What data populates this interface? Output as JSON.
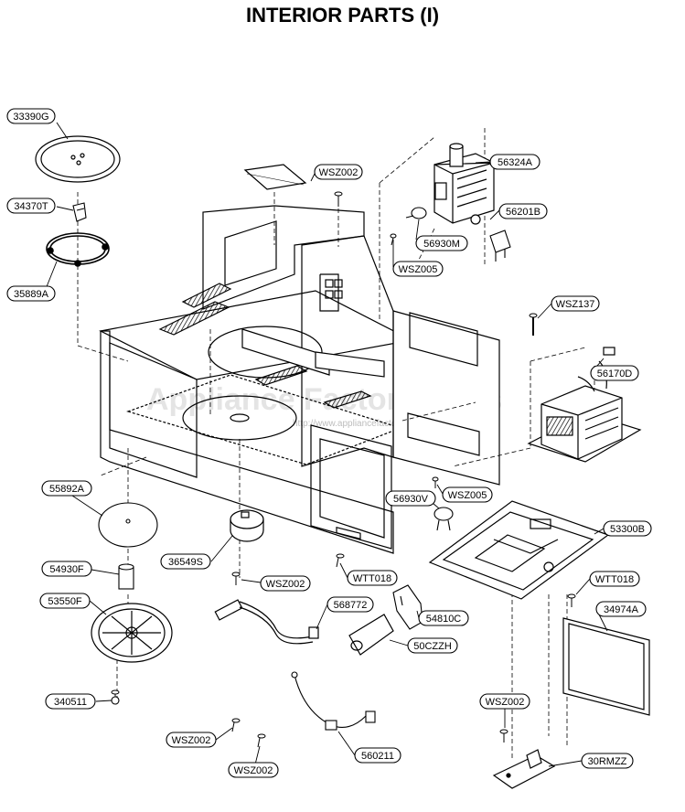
{
  "title": "INTERIOR PARTS (I)",
  "watermark": {
    "text": "Appliance Factory Parts",
    "url": "http://www.appliancefactoryparts.com"
  },
  "part_labels": [
    {
      "id": "33390G"
    },
    {
      "id": "34370T"
    },
    {
      "id": "35889A"
    },
    {
      "id": "WSZ002"
    },
    {
      "id": "56324A"
    },
    {
      "id": "56201B"
    },
    {
      "id": "56930M"
    },
    {
      "id": "WSZ005"
    },
    {
      "id": "WSZ137"
    },
    {
      "id": "56170D"
    },
    {
      "id": "55892A"
    },
    {
      "id": "56930V"
    },
    {
      "id": "WSZ005"
    },
    {
      "id": "53300B"
    },
    {
      "id": "36549S"
    },
    {
      "id": "54930F"
    },
    {
      "id": "WTT018"
    },
    {
      "id": "WSZ002"
    },
    {
      "id": "WTT018"
    },
    {
      "id": "53550F"
    },
    {
      "id": "568772"
    },
    {
      "id": "54810C"
    },
    {
      "id": "34974A"
    },
    {
      "id": "50CZZH"
    },
    {
      "id": "340511"
    },
    {
      "id": "WSZ002"
    },
    {
      "id": "WSZ002"
    },
    {
      "id": "560211"
    },
    {
      "id": "WSZ002"
    },
    {
      "id": "30RMZZ"
    }
  ]
}
